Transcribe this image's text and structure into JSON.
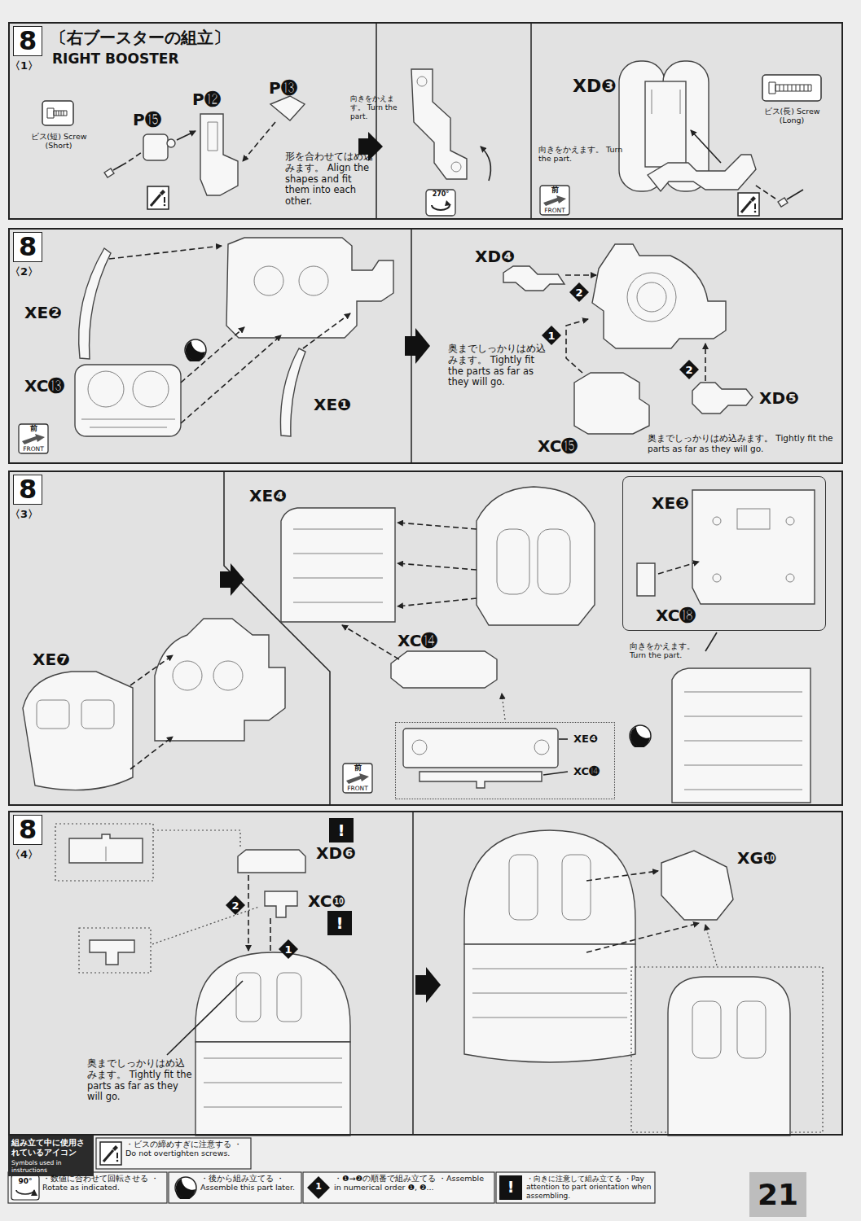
{
  "diagram": {
    "nodes": [
      {
        "text": [
          "8",
          "〈1〉",
          "〔右ブースターの組立〕",
          "RIGHT BOOSTER"
        ]
      },
      {
        "text": [
          "ビス(短) Screw (Short)"
        ],
        "in": 0
      },
      {
        "text": [
          "270°"
        ],
        "in": 0
      },
      {
        "text": [
          "前",
          "FRONT"
        ],
        "in": 0
      },
      {
        "text": [
          "ビス(長) Screw (Long)"
        ],
        "in": 0
      },
      {
        "text": [
          "8",
          "〈2〉"
        ]
      },
      {
        "text": [
          "前",
          "FRONT"
        ],
        "in": 5
      },
      {
        "text": [
          "2"
        ],
        "in": 5
      },
      {
        "text": [
          "1"
        ],
        "in": 5
      },
      {
        "text": [
          "2"
        ],
        "in": 5
      },
      {
        "text": [
          "8",
          "〈3〉"
        ]
      },
      {
        "text": [
          "XE❸",
          "XC⓲"
        ],
        "in": 10
      },
      {
        "text": [
          "XE❹",
          "XC⓮"
        ],
        "in": 10
      },
      {
        "text": [
          "前",
          "FRONT"
        ],
        "in": 10
      },
      {
        "text": [
          "8",
          "〈4〉"
        ]
      },
      {
        "text": [
          "!"
        ],
        "in": 14
      },
      {
        "text": [
          "2"
        ],
        "in": 14
      },
      {
        "text": [
          "!"
        ],
        "in": 14
      },
      {
        "text": [
          "1"
        ],
        "in": 14
      },
      {
        "text": [
          "組み立て中に使用されているアイコン",
          "Symbols used in instructions"
        ]
      },
      {
        "text": [
          "21"
        ]
      }
    ],
    "labels": [
      "P⓯",
      "P⓬",
      "P⓭",
      "形を合わせてはめ込みます。 Align the shapes and fit them into each other.",
      "向きをかえます。 Turn the part.",
      "XD❸",
      "向きをかえます。 Turn the part.",
      "XE❷",
      "XC⓭",
      "XE❶",
      "XD❹",
      "奥までしっかりはめ込みます。 Tightly fit the parts as far as they will go.",
      "XD❺",
      "XC⓯",
      "奥までしっかりはめ込みます。 Tightly fit the parts as far as they will go.",
      "XE❹",
      "XE❼",
      "XC⓮",
      "向きをかえます。 Turn the part.",
      "XD❻",
      "XC❿",
      "奥までしっかりはめ込みます。 Tightly fit the parts as far as they will go.",
      "XG❿",
      "90°",
      "1",
      "!"
    ],
    "legend": [
      {
        "text": "・ビスの締めすぎに注意する ・Do not overtighten screws."
      },
      {
        "text": "・数値に合わせて回転させる ・Rotate as indicated."
      },
      {
        "text": "・後から組み立てる ・Assemble this part later."
      },
      {
        "text": "・❶→❷の順番で組み立てる ・Assemble in numerical order ❶, ❷..."
      },
      {
        "text": "・向きに注意して組み立てる ・Pay attention to part orientation when assembling."
      }
    ]
  }
}
